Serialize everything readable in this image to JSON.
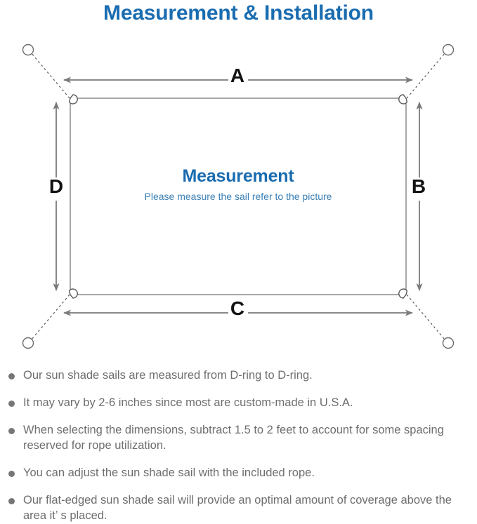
{
  "header": {
    "title": "Measurement & Installation",
    "title_color": "#1a6cb0"
  },
  "diagram": {
    "center_title": "Measurement",
    "center_subtitle": "Please measure the sail refer to the picture",
    "center_title_color": "#1a6cb0",
    "center_subtitle_color": "#3a7fb5",
    "line_color": "#808080",
    "dimension_labels": {
      "top": "A",
      "right": "B",
      "bottom": "C",
      "left": "D"
    },
    "icon_names": {
      "anchor_point": "anchor-circle-icon",
      "d_ring": "d-ring-icon",
      "rope": "dotted-rope-line",
      "measure_arrow": "double-headed-arrow-icon"
    }
  },
  "notes": {
    "bullet_color": "#767676",
    "text_color": "#6e6e6e",
    "items": [
      "Our sun shade sails are measured from D-ring to D-ring.",
      "It may vary by 2-6 inches since most are custom-made in U.S.A.",
      "When selecting the dimensions, subtract 1.5 to 2 feet to account for some spacing reserved for rope utilization.",
      "You can adjust the sun shade sail with the included rope.",
      "Our flat-edged sun shade sail will provide an optimal amount of coverage above the area it’ s placed."
    ]
  }
}
